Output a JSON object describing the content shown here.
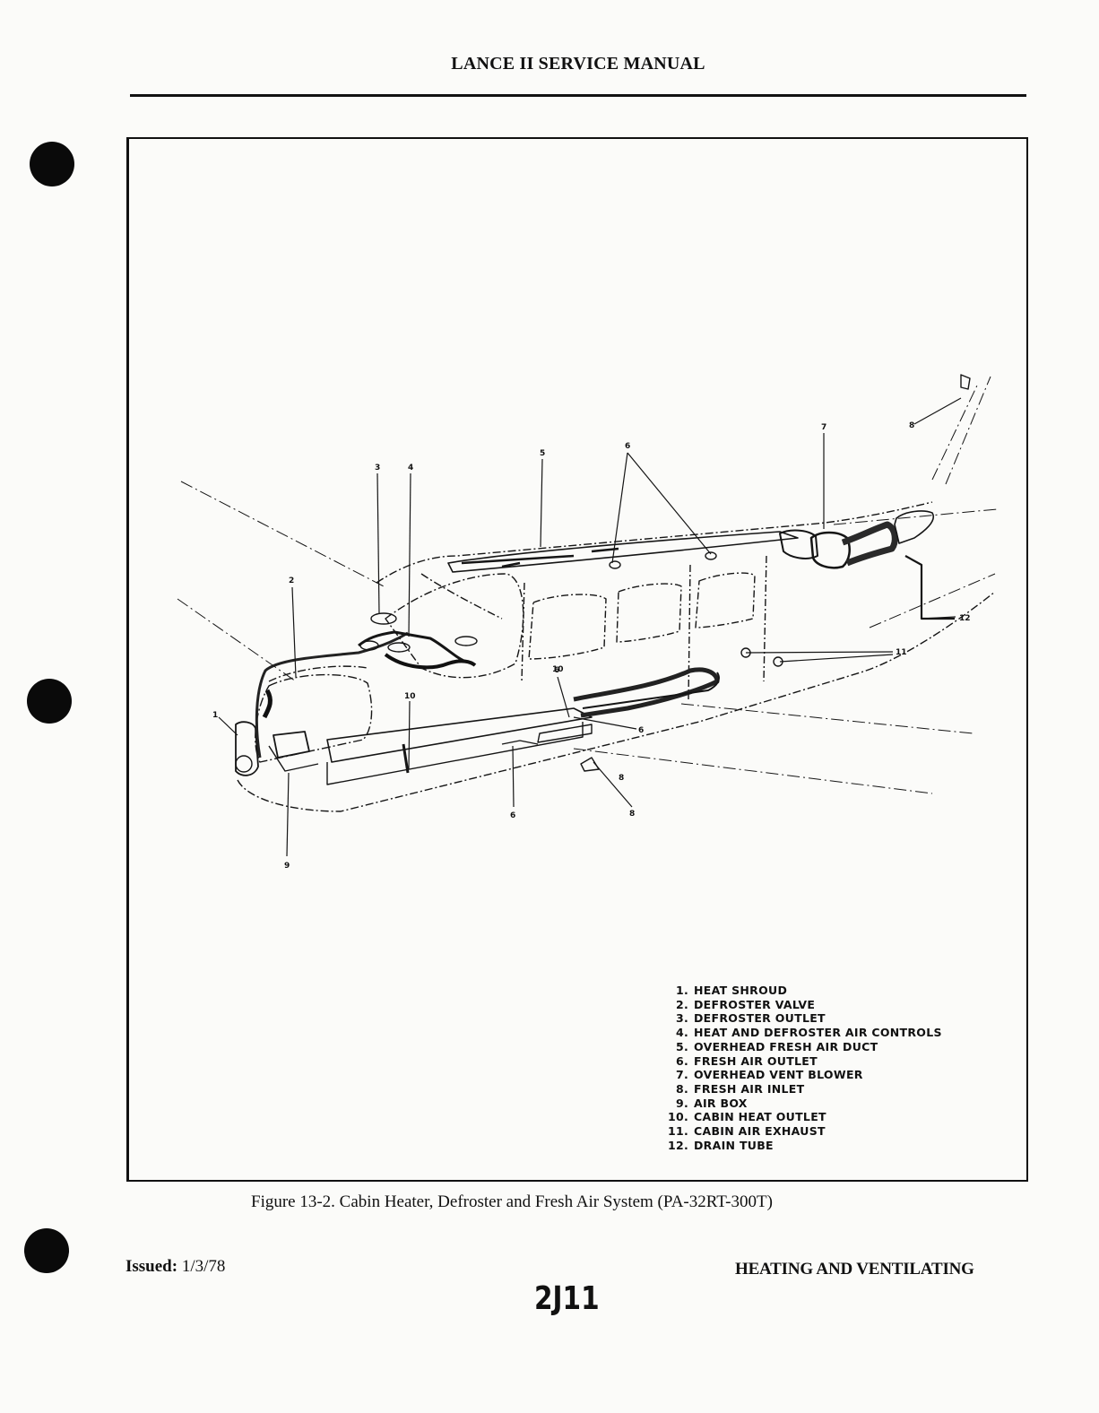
{
  "header": {
    "title": "LANCE II SERVICE MANUAL"
  },
  "figure": {
    "callout_numbers": [
      "1",
      "2",
      "3",
      "4",
      "5",
      "6",
      "6",
      "6",
      "6",
      "7",
      "8",
      "8",
      "8",
      "9",
      "10",
      "10",
      "11",
      "12"
    ],
    "legend": [
      {
        "num": "1.",
        "text": "HEAT SHROUD"
      },
      {
        "num": "2.",
        "text": "DEFROSTER VALVE"
      },
      {
        "num": "3.",
        "text": "DEFROSTER OUTLET"
      },
      {
        "num": "4.",
        "text": "HEAT AND DEFROSTER AIR CONTROLS"
      },
      {
        "num": "5.",
        "text": "OVERHEAD FRESH AIR DUCT"
      },
      {
        "num": "6.",
        "text": "FRESH AIR OUTLET"
      },
      {
        "num": "7.",
        "text": "OVERHEAD VENT BLOWER"
      },
      {
        "num": "8.",
        "text": "FRESH AIR INLET"
      },
      {
        "num": "9.",
        "text": "AIR BOX"
      },
      {
        "num": "10.",
        "text": "CABIN HEAT OUTLET"
      },
      {
        "num": "11.",
        "text": "CABIN AIR EXHAUST"
      },
      {
        "num": "12.",
        "text": "DRAIN TUBE"
      }
    ],
    "caption": "Figure 13-2.  Cabin Heater, Defroster and Fresh Air System (PA-32RT-300T)"
  },
  "footer": {
    "issued_label": "Issued:",
    "issued_date": "1/3/78",
    "section": "HEATING AND VENTILATING",
    "microfiche": "2J11"
  }
}
